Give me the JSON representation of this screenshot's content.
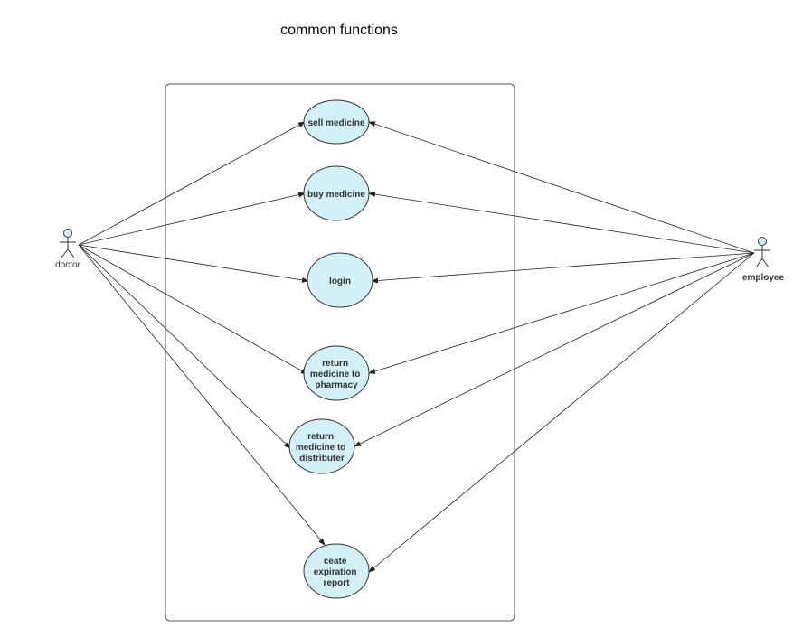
{
  "title": "common functions",
  "actors": [
    {
      "id": "doctor",
      "label": "doctor"
    },
    {
      "id": "employee",
      "label": "employee"
    }
  ],
  "use_cases": [
    {
      "id": "sell",
      "lines": [
        "sell medicine"
      ]
    },
    {
      "id": "buy",
      "lines": [
        "buy medicine"
      ]
    },
    {
      "id": "login",
      "lines": [
        "login"
      ]
    },
    {
      "id": "return-pharmacy",
      "lines": [
        "return",
        "medicine to",
        "pharmacy"
      ]
    },
    {
      "id": "return-distributer",
      "lines": [
        "return",
        "medicine to",
        "distributer"
      ]
    },
    {
      "id": "expiration",
      "lines": [
        "ceate",
        "expiration",
        "report"
      ]
    }
  ],
  "associations": [
    {
      "from": "doctor",
      "to": "sell"
    },
    {
      "from": "doctor",
      "to": "buy"
    },
    {
      "from": "doctor",
      "to": "login"
    },
    {
      "from": "doctor",
      "to": "return-pharmacy"
    },
    {
      "from": "doctor",
      "to": "return-distributer"
    },
    {
      "from": "doctor",
      "to": "expiration"
    },
    {
      "from": "employee",
      "to": "sell"
    },
    {
      "from": "employee",
      "to": "buy"
    },
    {
      "from": "employee",
      "to": "login"
    },
    {
      "from": "employee",
      "to": "return-pharmacy"
    },
    {
      "from": "employee",
      "to": "return-distributer"
    },
    {
      "from": "employee",
      "to": "expiration"
    }
  ]
}
